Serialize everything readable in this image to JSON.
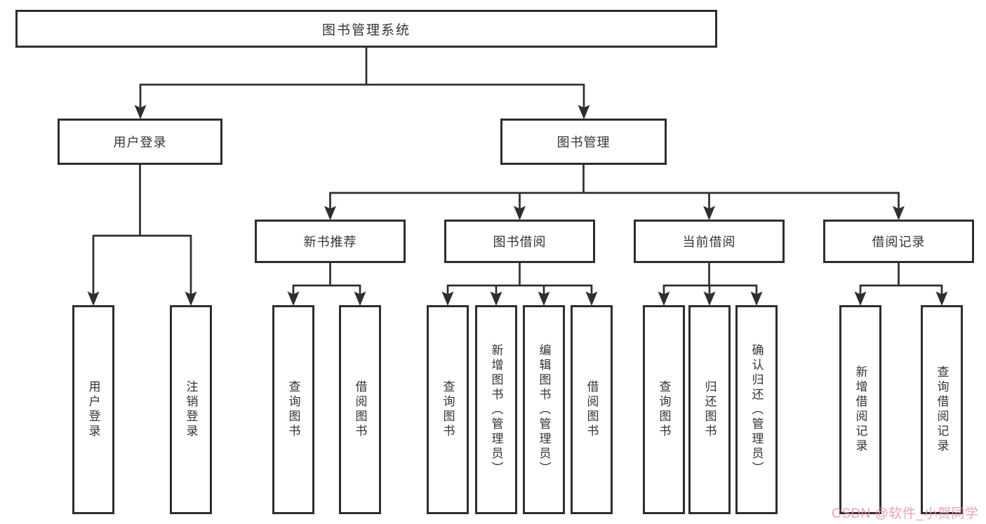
{
  "diagram": {
    "type": "hierarchy-tree",
    "colors": {
      "line": "#2e2e2e",
      "box_border": "#2e2e2e",
      "box_background": "#ffffff",
      "text": "#333333",
      "watermark": "#ee94ac"
    },
    "tree": {
      "label": "图书管理系统",
      "children": [
        {
          "label": "用户登录",
          "children": [
            {
              "label": "用户登录"
            },
            {
              "label": "注销登录"
            }
          ]
        },
        {
          "label": "图书管理",
          "children": [
            {
              "label": "新书推荐",
              "children": [
                {
                  "label": "查询图书"
                },
                {
                  "label": "借阅图书"
                }
              ]
            },
            {
              "label": "图书借阅",
              "children": [
                {
                  "label": "查询图书"
                },
                {
                  "label": "新增图书（管理员）"
                },
                {
                  "label": "编辑图书（管理员）"
                },
                {
                  "label": "借阅图书"
                }
              ]
            },
            {
              "label": "当前借阅",
              "children": [
                {
                  "label": "查询图书"
                },
                {
                  "label": "归还图书"
                },
                {
                  "label": "确认归还（管理员）"
                }
              ]
            },
            {
              "label": "借阅记录",
              "children": [
                {
                  "label": "新增借阅记录"
                },
                {
                  "label": "查询借阅记录"
                }
              ]
            }
          ]
        }
      ]
    },
    "watermark": {
      "text": "CSDN @软件_小贺同学"
    }
  }
}
